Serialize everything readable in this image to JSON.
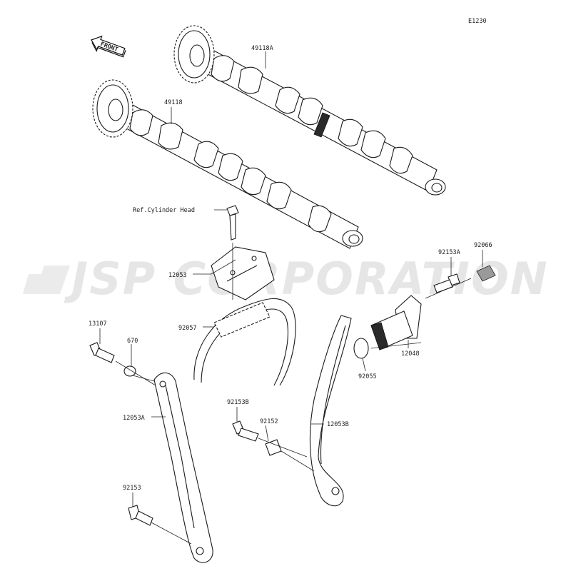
{
  "diagram_code": "E1230",
  "front_arrow_label": "FRONT",
  "watermark": "JSP CORPORATION",
  "callouts": {
    "p49118A": "49118A",
    "p49118": "49118",
    "ref_cylinder_head": "Ref.Cylinder Head",
    "p12053": "12053",
    "p92153A": "92153A",
    "p92066": "92066",
    "p13107": "13107",
    "p670": "670",
    "p92057": "92057",
    "p12048": "12048",
    "p92055": "92055",
    "p12053A": "12053A",
    "p92153B": "92153B",
    "p92152": "92152",
    "p12053B": "12053B",
    "p92153": "92153"
  }
}
